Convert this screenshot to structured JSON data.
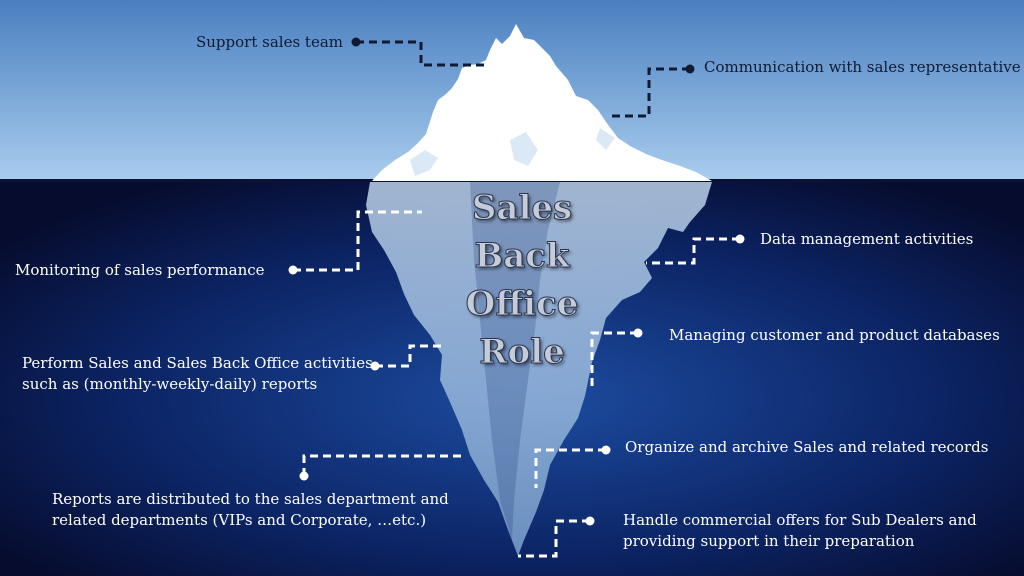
{
  "title": [
    "Sales",
    "Back",
    "Office",
    "Role"
  ],
  "above_water": [
    "Support sales team",
    "Communication with sales representative"
  ],
  "below_water_left": {
    "monitoring": "Monitoring of sales performance",
    "perform": [
      "Perform Sales and Sales Back Office activities,",
      "such as (monthly-weekly-daily) reports"
    ],
    "reports": [
      "Reports are distributed to the sales department and",
      "related departments (VIPs and Corporate, …etc.)"
    ]
  },
  "below_water_right": {
    "data_mgmt": "Data management activities",
    "databases": "Managing customer and product databases",
    "archive": "Organize and archive Sales and related records",
    "offers": [
      "Handle commercial offers for Sub Dealers and",
      "providing support in their preparation"
    ]
  },
  "colors": {
    "sky_top": "#4a7fc0",
    "sky_bottom": "#a9cdee",
    "deep_sea": "#060c2e",
    "sea_glow": "#1d4ca0",
    "ice": "#ffffff",
    "submerged_ice": "#aecbe8",
    "dark_connector": "#0f1a33",
    "light_connector": "#ffffff"
  }
}
